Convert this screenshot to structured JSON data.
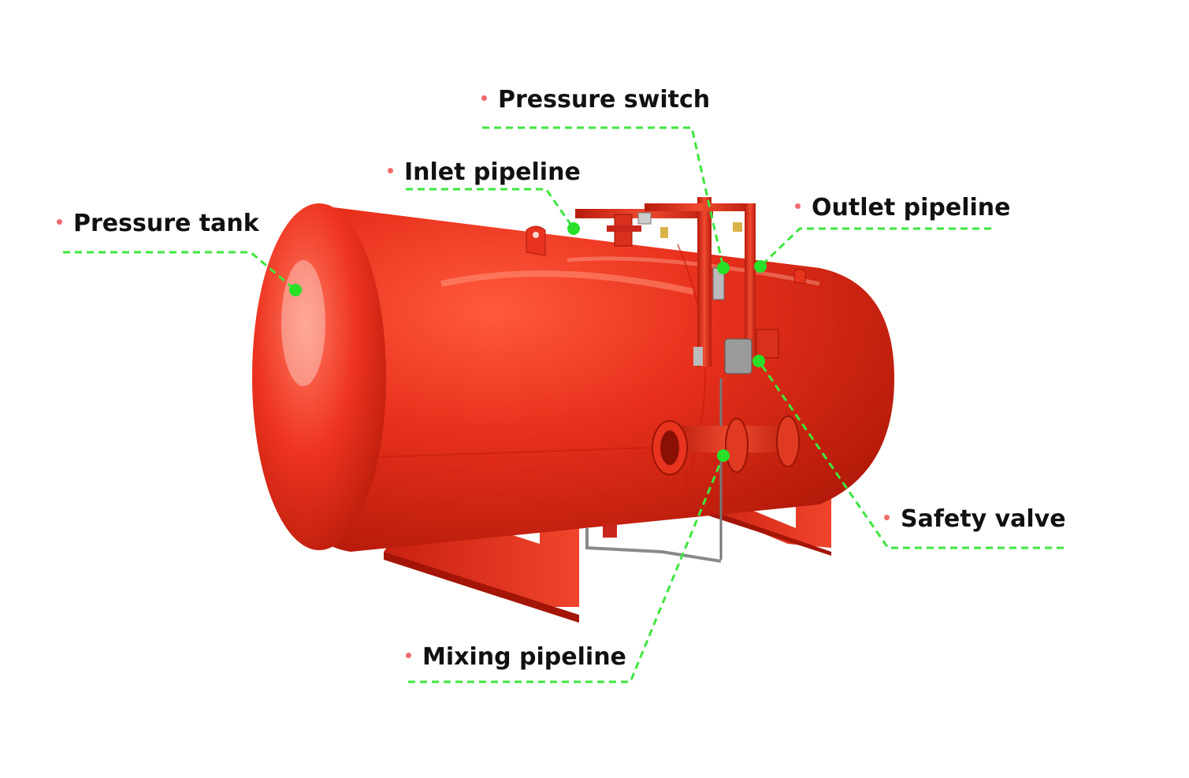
{
  "labels": {
    "pressure_tank": "Pressure tank",
    "inlet_pipeline": "Inlet pipeline",
    "pressure_switch": "Pressure switch",
    "outlet_pipeline": "Outlet pipeline",
    "safety_valve": "Safety valve",
    "mixing_pipeline": "Mixing pipeline"
  },
  "colors": {
    "tank_red": "#e02a18",
    "leader_green": "#3ee63e",
    "bullet_red": "#f06a6a",
    "text": "#111111"
  }
}
